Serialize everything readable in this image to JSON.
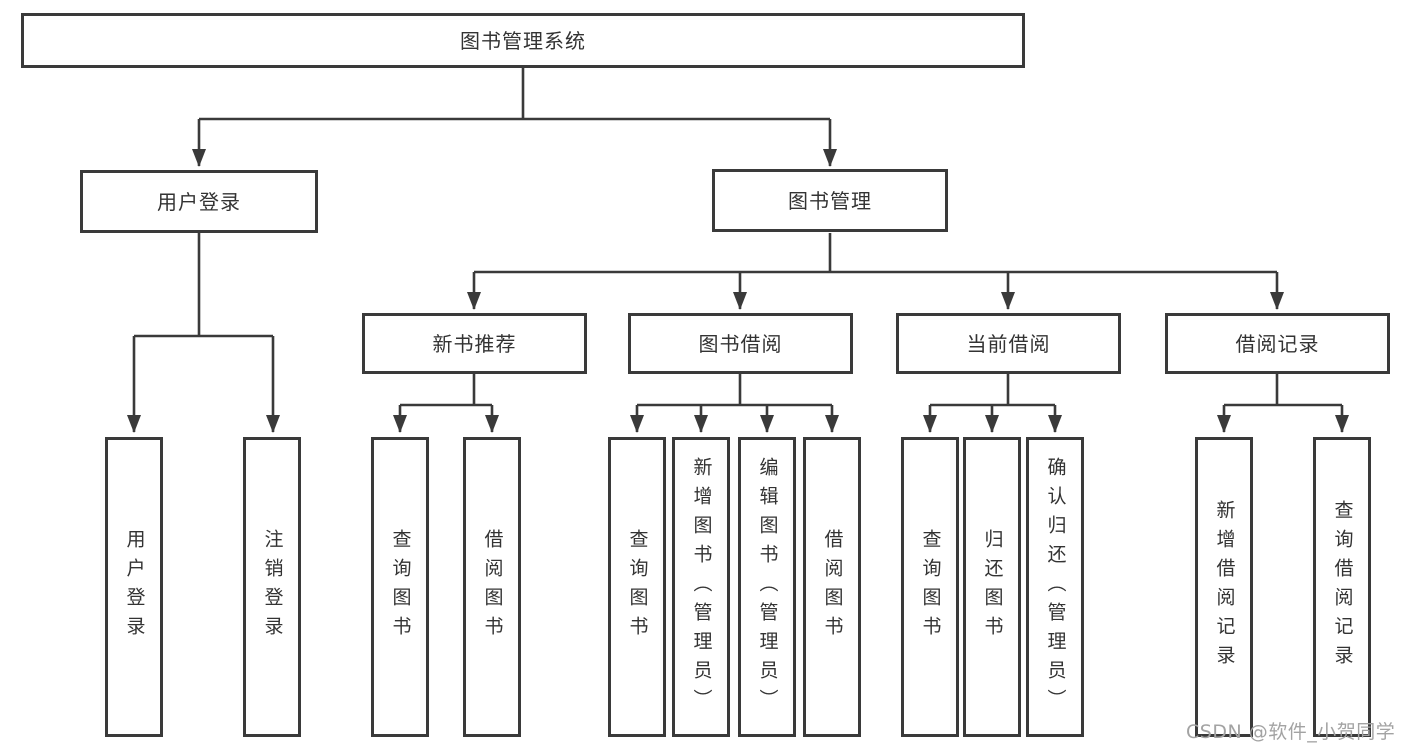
{
  "tree": {
    "label": "图书管理系统",
    "children": [
      {
        "label": "用户登录",
        "children": [
          {
            "label": "用户登录"
          },
          {
            "label": "注销登录"
          }
        ]
      },
      {
        "label": "图书管理",
        "children": [
          {
            "label": "新书推荐",
            "children": [
              {
                "label": "查询图书"
              },
              {
                "label": "借阅图书"
              }
            ]
          },
          {
            "label": "图书借阅",
            "children": [
              {
                "label": "查询图书"
              },
              {
                "label": "新增图书（管理员）"
              },
              {
                "label": "编辑图书（管理员）"
              },
              {
                "label": "借阅图书"
              }
            ]
          },
          {
            "label": "当前借阅",
            "children": [
              {
                "label": "查询图书"
              },
              {
                "label": "归还图书"
              },
              {
                "label": "确认归还（管理员）"
              }
            ]
          },
          {
            "label": "借阅记录",
            "children": [
              {
                "label": "新增借阅记录"
              },
              {
                "label": "查询借阅记录"
              }
            ]
          }
        ]
      }
    ]
  },
  "watermark": {
    "text": "CSDN @软件_小贺同学"
  },
  "colors": {
    "line": "#3a3a3a",
    "box_border": "#3a3a3a",
    "text": "#333333",
    "watermark": "#a3a3a3",
    "background": "#ffffff"
  }
}
